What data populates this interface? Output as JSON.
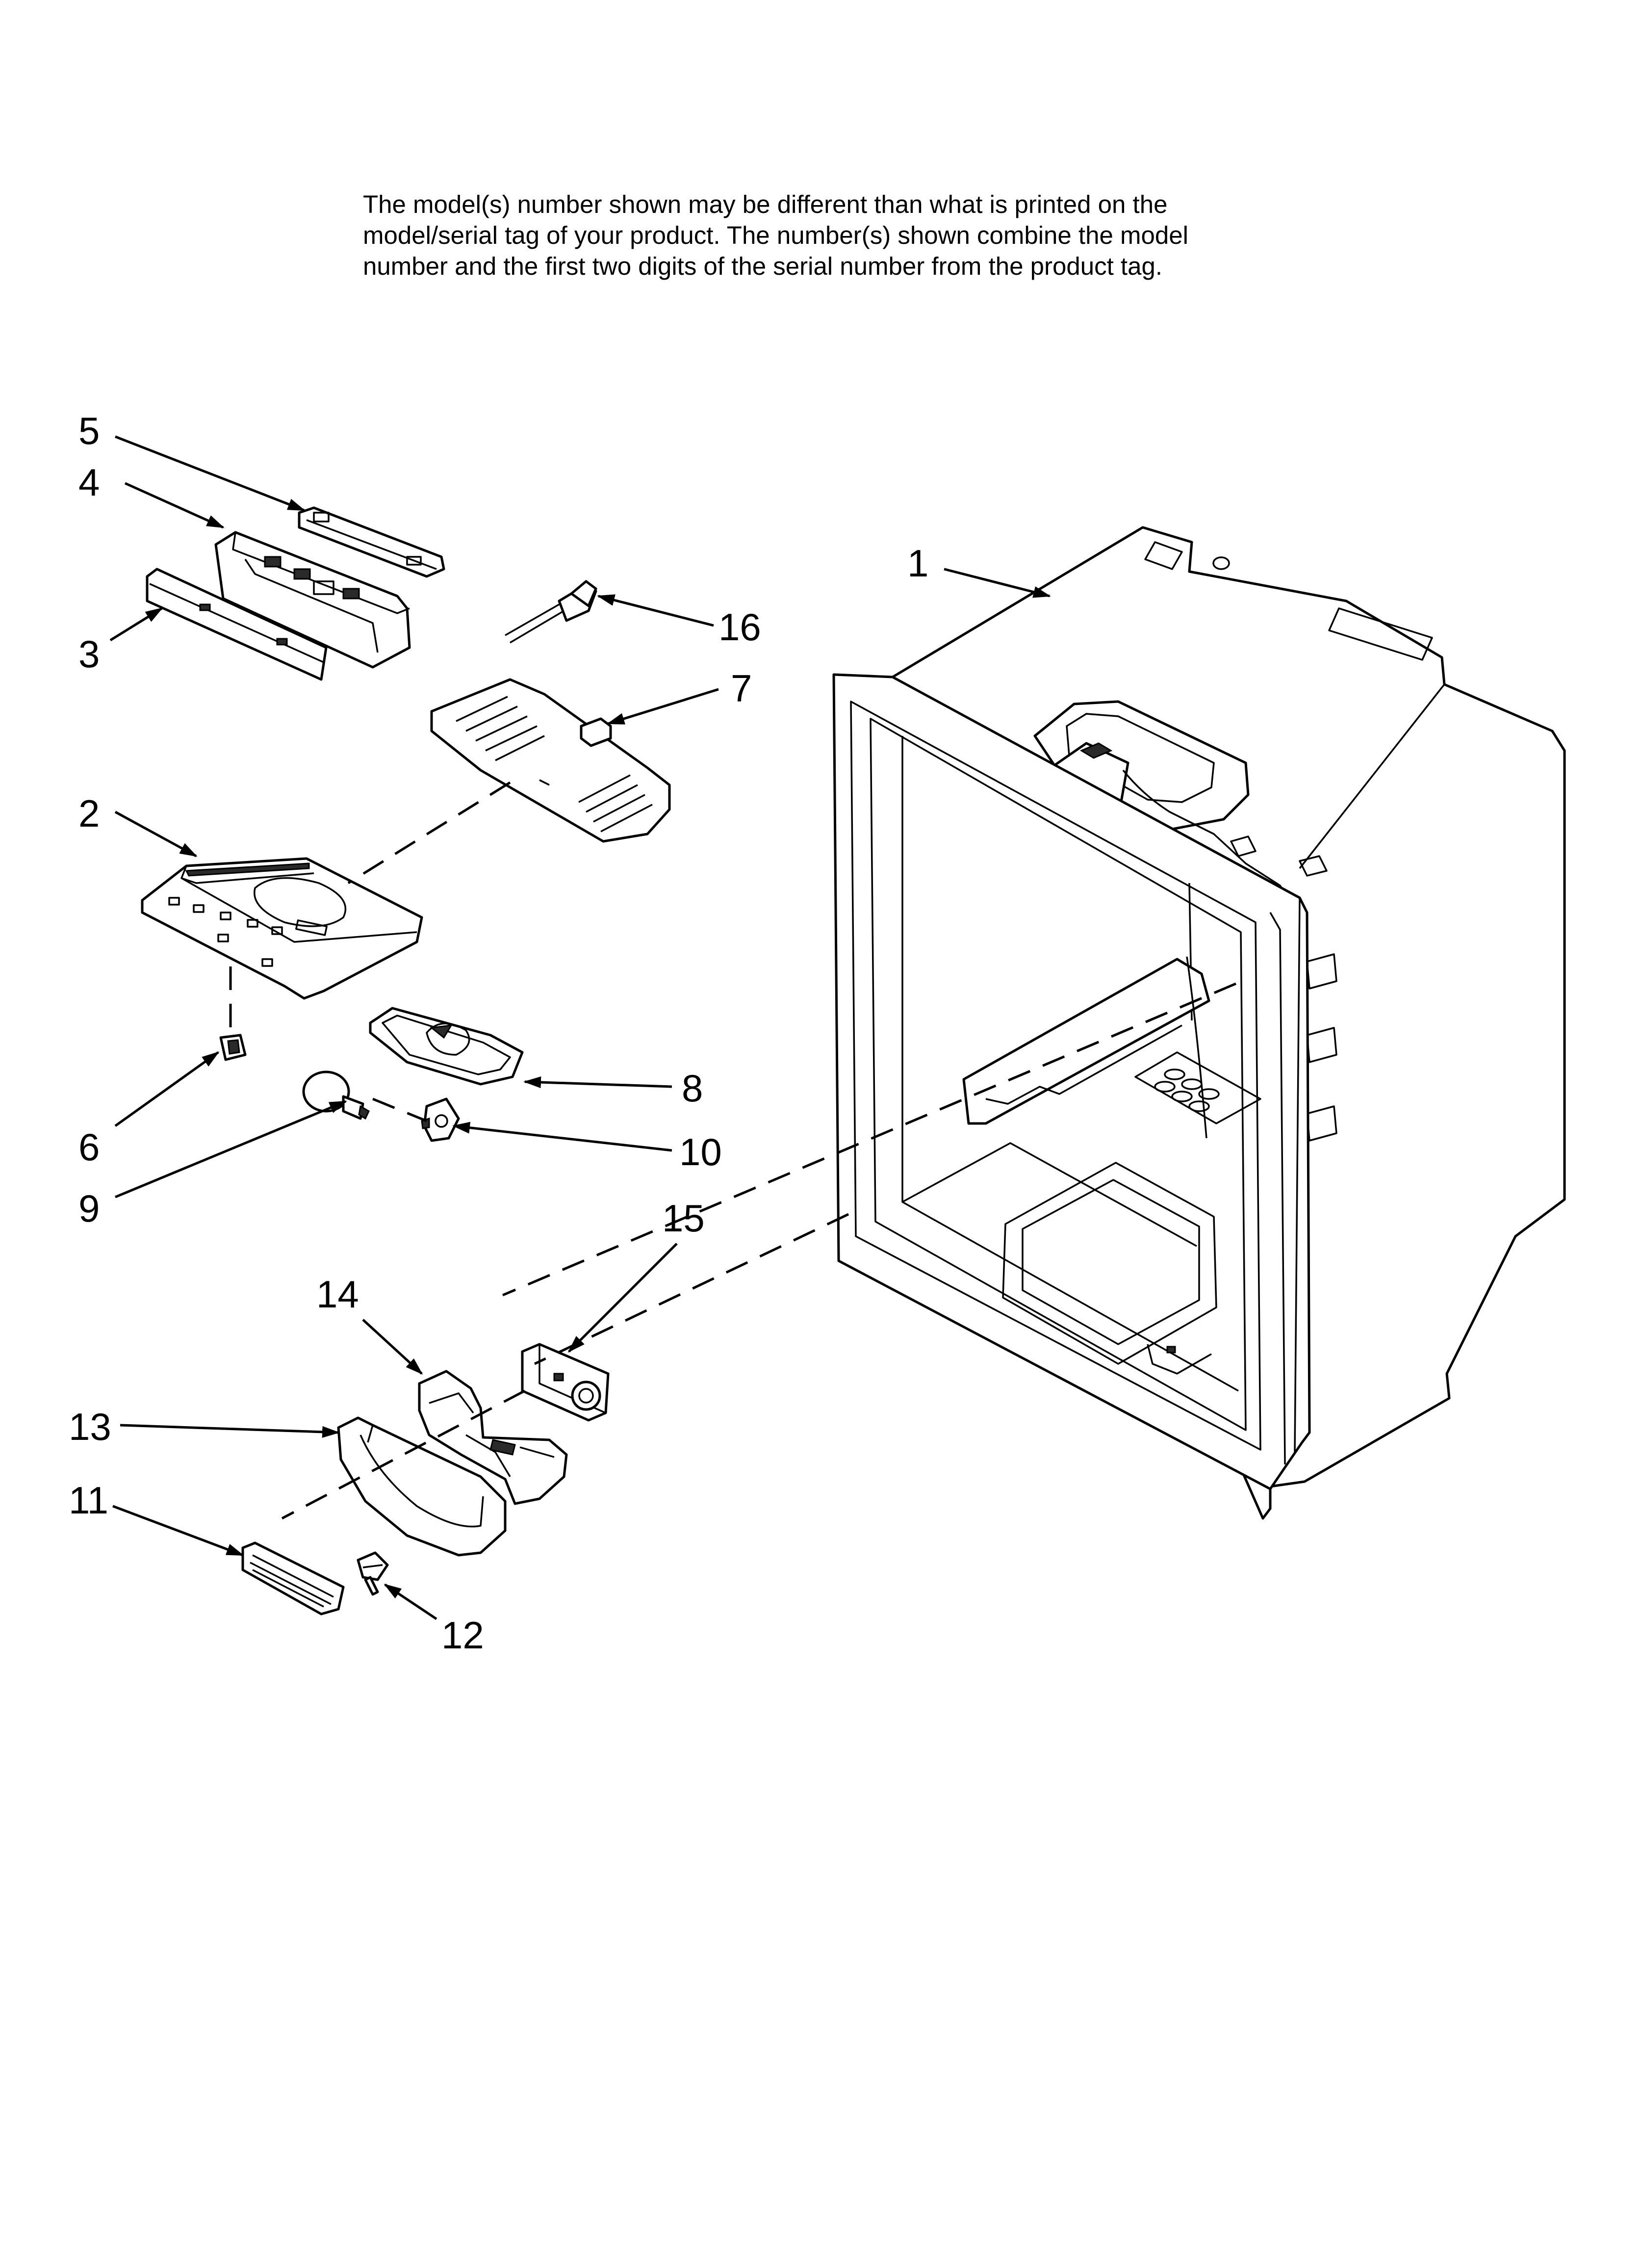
{
  "note": {
    "lines": [
      "The model(s) number shown may be different than what is printed on the",
      "model/serial tag of your product. The number(s) shown combine the model",
      "number and the first two digits of the serial number from the product tag."
    ]
  },
  "callouts": [
    {
      "id": "c1",
      "label": "1"
    },
    {
      "id": "c2",
      "label": "2"
    },
    {
      "id": "c3",
      "label": "3"
    },
    {
      "id": "c4",
      "label": "4"
    },
    {
      "id": "c5",
      "label": "5"
    },
    {
      "id": "c6",
      "label": "6"
    },
    {
      "id": "c7",
      "label": "7"
    },
    {
      "id": "c8",
      "label": "8"
    },
    {
      "id": "c9",
      "label": "9"
    },
    {
      "id": "c10",
      "label": "10"
    },
    {
      "id": "c11",
      "label": "11"
    },
    {
      "id": "c12",
      "label": "12"
    },
    {
      "id": "c13",
      "label": "13"
    },
    {
      "id": "c14",
      "label": "14"
    },
    {
      "id": "c15",
      "label": "15"
    },
    {
      "id": "c16",
      "label": "16"
    }
  ]
}
